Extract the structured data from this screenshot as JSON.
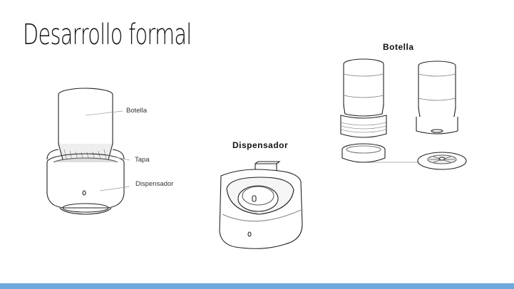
{
  "slide": {
    "title": "Desarrollo formal",
    "accent_color": "#6fa8dc"
  },
  "assembly": {
    "labels": {
      "bottle": "Botella",
      "cap": "Tapa",
      "dispenser": "Dispensador"
    }
  },
  "dispenser_section": {
    "heading": "Dispensador"
  },
  "bottle_section": {
    "heading": "Botella"
  }
}
